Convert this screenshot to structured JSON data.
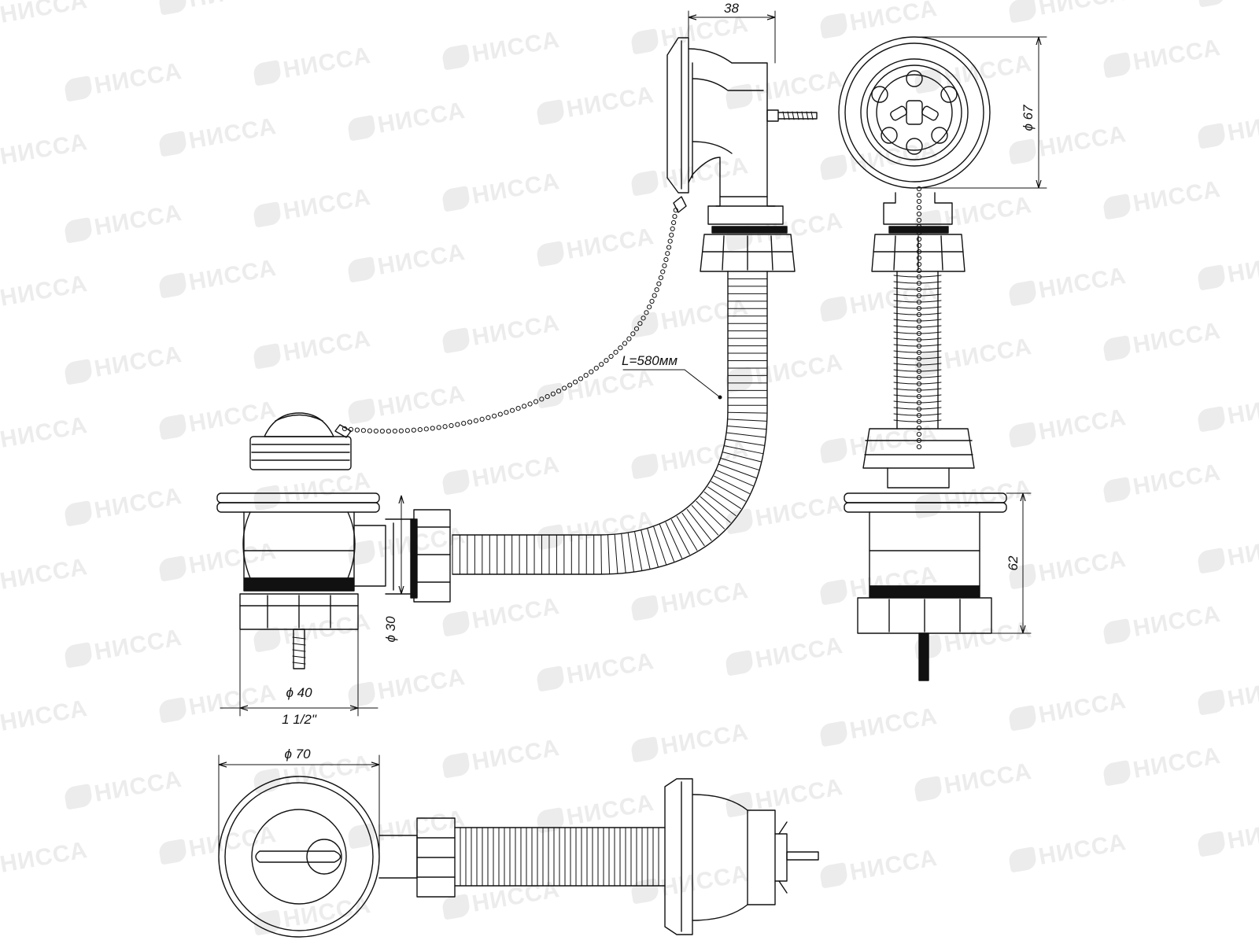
{
  "watermark": {
    "text": "НИССА",
    "icon": "nissa-logo-icon",
    "color": "#ececec"
  },
  "colors": {
    "line": "#111111",
    "background": "#ffffff"
  },
  "dimensions": {
    "overflow_width": "38",
    "outlet_diameter": "ϕ 67",
    "hose_length": "L=580мм",
    "drain_height": "62",
    "branch_diameter": "ϕ 30",
    "pipe_diameter": "ϕ 40",
    "thread_size": "1 1/2\"",
    "flange_diameter": "ϕ 70"
  }
}
